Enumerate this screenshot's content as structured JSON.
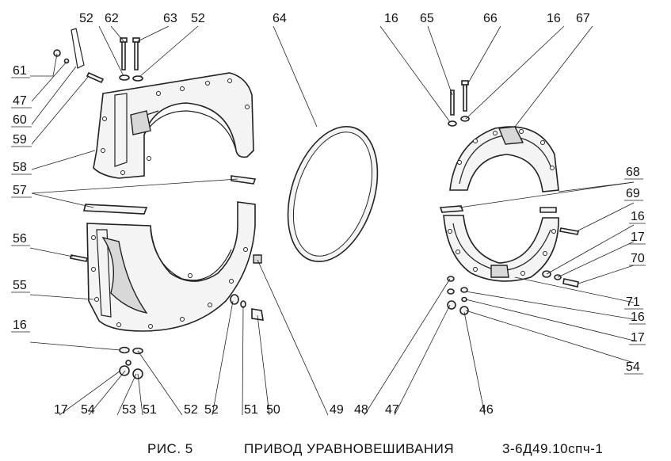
{
  "caption": {
    "figure": "РИС. 5",
    "title": "ПРИВОД УРАВНОВЕШИВАНИЯ",
    "code": "3-6Д49.10спч-1"
  },
  "callouts": {
    "c52a": "52",
    "c62": "62",
    "c63": "63",
    "c52b": "52",
    "c64": "64",
    "c16a": "16",
    "c65": "65",
    "c66": "66",
    "c16b": "16",
    "c67": "67",
    "c61": "61",
    "c47a": "47",
    "c60": "60",
    "c59": "59",
    "c58": "58",
    "c57": "57",
    "c56": "56",
    "c55": "55",
    "c16c": "16",
    "c68": "68",
    "c69": "69",
    "c16d": "16",
    "c17a": "17",
    "c70": "70",
    "c71": "71",
    "c16e": "16",
    "c17b": "17",
    "c54a": "54",
    "c17c": "17",
    "c54b": "54",
    "c53": "53",
    "c51a": "51",
    "c52c": "52",
    "c52d": "52",
    "c51b": "51",
    "c50": "50",
    "c49": "49",
    "c48": "48",
    "c47b": "47",
    "c46": "46"
  }
}
